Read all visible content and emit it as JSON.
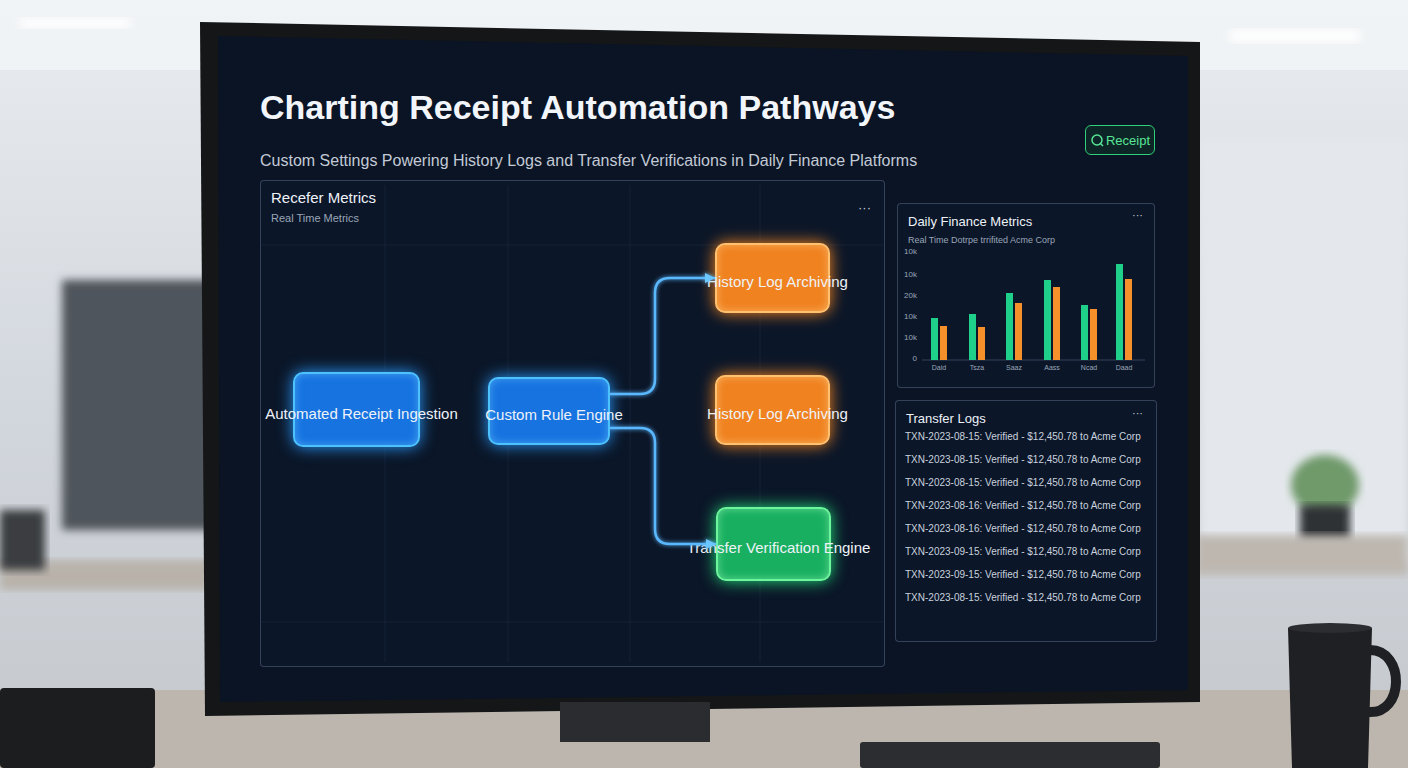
{
  "diagram": {
    "title": "Charting Receipt Automation Pathways",
    "caption": "Custom Settings Powering History Logs and Transfer Verifications in Daily Finance Platforms",
    "nodes": [
      {
        "text": [
          "Receipt"
        ]
      },
      {
        "text": [
          "Recefer Metrics",
          "Real Time Metrics"
        ]
      },
      {
        "text": [
          "Automated Receipt Ingestion"
        ],
        "in": 1
      },
      {
        "text": [
          "Custom Rule Engine"
        ],
        "in": 1
      },
      {
        "text": [
          "History Log Archiving"
        ],
        "in": 1
      },
      {
        "text": [
          "History Log Archiving"
        ],
        "in": 1
      },
      {
        "text": [
          "Transfer Verification Engine"
        ],
        "in": 1
      },
      {
        "text": [
          "Daily Finance Metrics",
          "Real Time Dotrpe trrifited Acme Corp"
        ]
      },
      {
        "text": [
          "Transfer Logs"
        ]
      }
    ],
    "edges": [
      {
        "from": 2,
        "to": 3,
        "arrow": "to"
      },
      {
        "from": 3,
        "to": 4,
        "arrow": "to"
      },
      {
        "from": 3,
        "to": 5,
        "arrow": "to"
      },
      {
        "from": 3,
        "to": 6,
        "arrow": "to"
      }
    ],
    "labels": [
      "···",
      "···",
      "···",
      "10k",
      "10k",
      "20k",
      "10k",
      "10k",
      "0",
      "Daid",
      "Tsza",
      "Saaz",
      "Aass",
      "Ncad",
      "Daad",
      "TXN-2023-08-15: Verified - $12,450.78 to Acme Corp",
      "TXN-2023-08-15: Verified - $12,450.78 to Acme Corp",
      "TXN-2023-08-15: Verified - $12,450.78 to Acme Corp",
      "TXN-2023-08-16: Verified - $12,450.78 to Acme Corp",
      "TXN-2023-08-16: Verified - $12,450.78 to Acme Corp",
      "TXN-2023-09-15: Verified - $12,450.78 to Acme Corp",
      "TXN-2023-09-15: Verified - $12,450.78 to Acme Corp",
      "TXN-2023-08-15: Verified - $12,450.78 to Acme Corp"
    ]
  }
}
